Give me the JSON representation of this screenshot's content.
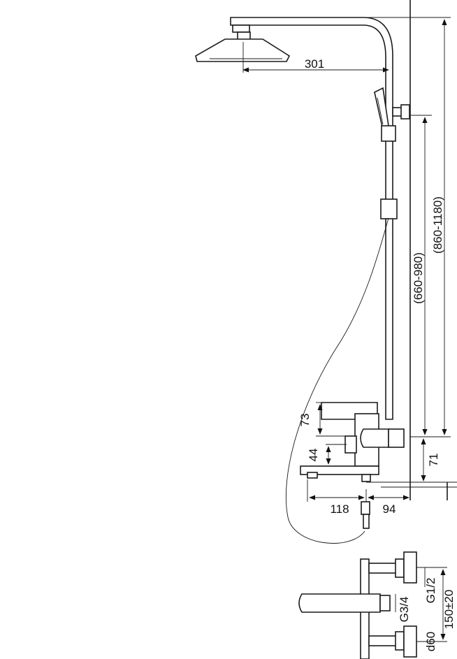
{
  "drawing": {
    "dimensions": {
      "head_reach": "301",
      "height_total": "(860-1180)",
      "height_slider": "(660-980)",
      "mixer_top": "73",
      "mixer_spout": "44",
      "mixer_axis": "71",
      "spout_length": "118",
      "wall_depth": "94"
    },
    "detail_labels": {
      "inlet_outlet": "G3/4",
      "wall_thread": "G1/2",
      "eccentric_spacing": "150±20",
      "rosette_diameter": "d60"
    }
  }
}
